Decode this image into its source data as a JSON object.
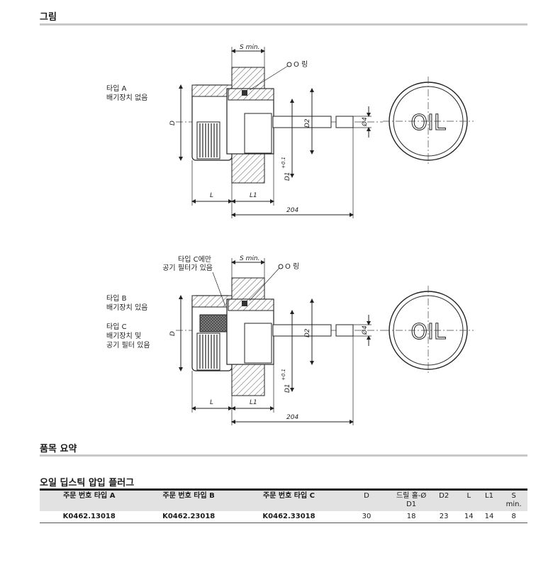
{
  "sections": {
    "figure": "그림",
    "summary": "품목 요약"
  },
  "figure": {
    "top": {
      "type_a": "타입 A",
      "type_a_desc": "배기장치 없음",
      "o_ring": "O 링",
      "s_min": "S min.",
      "dim_d": "D",
      "dim_d2": "D2",
      "dim_d1": "D1",
      "dim_d1_tol": "+0.1",
      "dim_d4": "Ø4",
      "dim_l": "L",
      "dim_l1": "L1",
      "dim_204": "204",
      "cap_text": "OIL"
    },
    "bottom": {
      "filter_note_1": "타입 C에만",
      "filter_note_2": "공기 필터가 있음",
      "o_ring": "O 링",
      "s_min": "S min.",
      "type_b": "타입 B",
      "type_b_desc": "배기장치 있음",
      "type_c": "타입 C",
      "type_c_desc_1": "배기장치 및",
      "type_c_desc_2": "공기 필터 있음",
      "dim_d": "D",
      "dim_d2": "D2",
      "dim_d1": "D1",
      "dim_d1_tol": "+0.1",
      "dim_d4": "Ø4",
      "dim_l": "L",
      "dim_l1": "L1",
      "dim_204": "204",
      "cap_text": "OIL"
    }
  },
  "product": {
    "title": "오일 딥스틱 압입 플러그",
    "headers": {
      "type_a": "주문 번호 타입 A",
      "type_b": "주문 번호 타입 B",
      "type_c": "주문 번호 타입 C",
      "d": "D",
      "drill_1": "드릴 홀-Ø",
      "drill_2": "D1",
      "d2": "D2",
      "l": "L",
      "l1": "L1",
      "s_1": "S",
      "s_2": "min."
    },
    "rows": [
      {
        "type_a": "K0462.13018",
        "type_b": "K0462.23018",
        "type_c": "K0462.33018",
        "d": "30",
        "d1": "18",
        "d2": "23",
        "l": "14",
        "l1": "14",
        "s": "8"
      }
    ]
  }
}
